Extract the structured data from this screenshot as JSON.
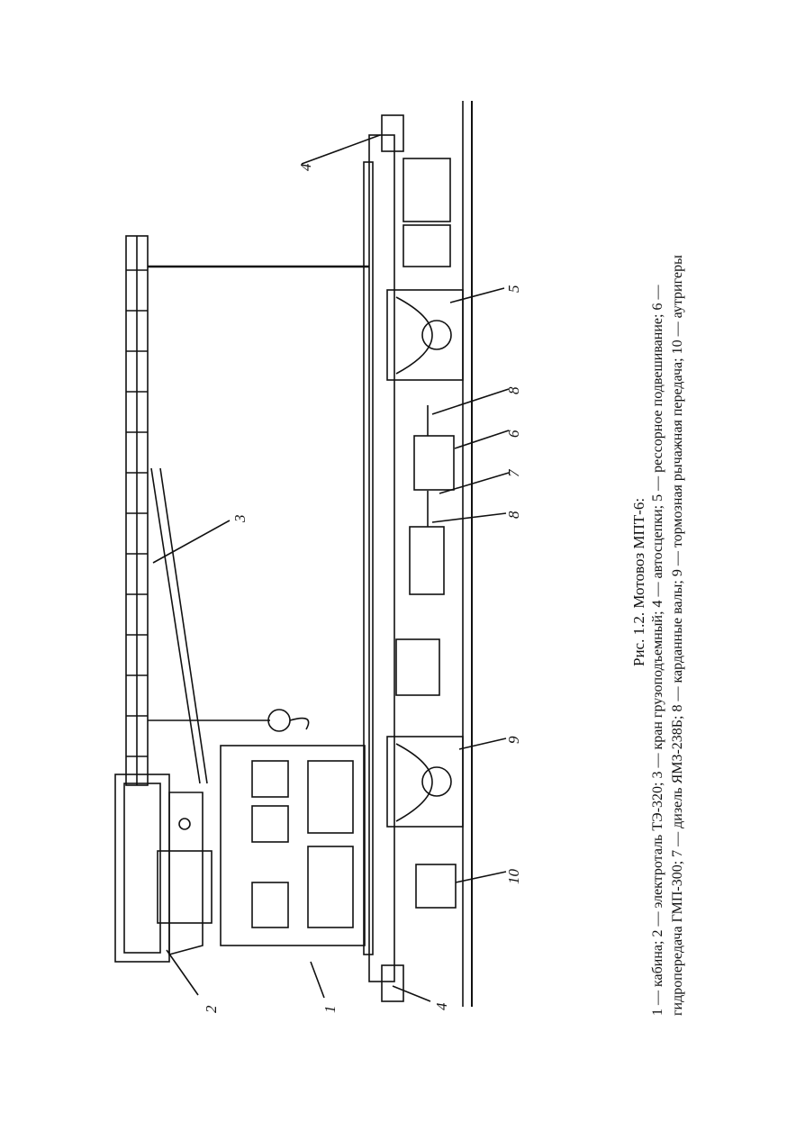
{
  "figure": {
    "callouts": [
      "1",
      "2",
      "3",
      "4",
      "4",
      "5",
      "6",
      "7",
      "8",
      "8",
      "9",
      "10"
    ],
    "caption_title": "Рис. 1.2. Мотовоз МПТ-6:",
    "caption_line1": "1 — кабина; 2 — электроталь ТЭ-320; 3 — кран грузоподъемный; 4 — автосцепки; 5 — рессорное подвешивание; 6 —",
    "caption_line2": "гидропередача ГМП-300; 7 — дизель ЯМЗ-238Б; 8 — карданные валы; 9 — тормозная рычажная передача; 10 — аутригеры",
    "caption_line3": ""
  }
}
